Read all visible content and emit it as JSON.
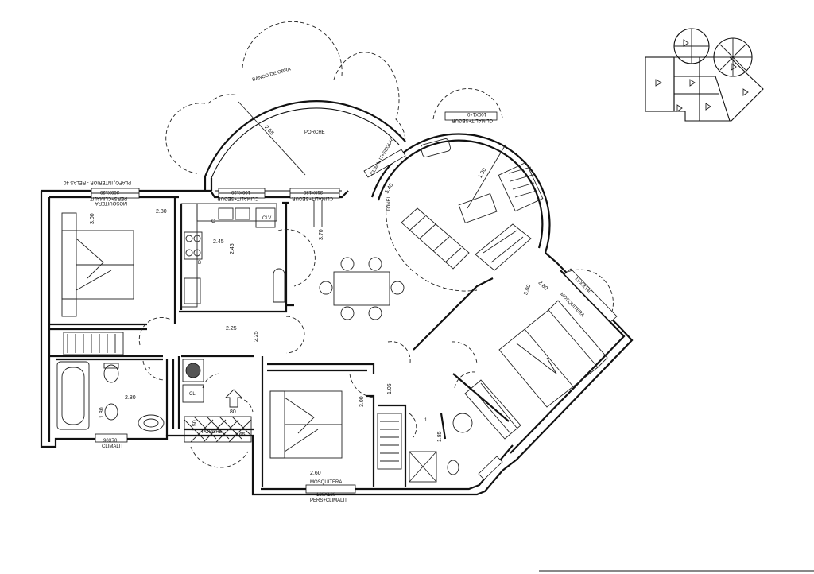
{
  "drawing": {
    "labels": {
      "banco": "BANCO DE OBRA",
      "porche_top": "PORCHE",
      "porche_bottom": "PORCHE",
      "mosquitera_bl": "MOSQUITERA",
      "mosquitera_br": "MOSQUITERA",
      "mosquitera_bot": "MOSQUITERA",
      "win_bl_1": "PLAFO, INTERIOR - RELAS 40",
      "win_bl_2": "200X120",
      "win_bl_3": "PERS+CLIMALIT",
      "win_k_1": "100X120",
      "win_k_2": "CLIMALIT+SEGUR",
      "win_p_1": "210X120",
      "win_p_2": "CLIMALIT+SEGUR",
      "win_bath_1": "90X70",
      "win_bath_2": "CLIMALIT",
      "win_bed2_1": "120X120",
      "win_bed2_2": "PERS+CLIMALIT",
      "win_round_1": "100X140",
      "win_round_2": "CLIMALIT+SEGUR",
      "win_diag_1": "CLIMALIT+SEGUR",
      "win_diag_2": "1100X140",
      "clv": "CLV",
      "c": "C",
      "b": "B",
      "cl": "CL",
      "tonel": "TONEL",
      "n1": "1",
      "n2": "2"
    },
    "dims": {
      "d_255": "2.55",
      "d_190": "1.90",
      "d_280_a": "2.80",
      "d_300_a": "3.00",
      "d_245_a": "2.45",
      "d_245_b": "2.45",
      "d_370": "3.70",
      "d_225_a": "2.25",
      "d_225_b": "2.25",
      "d_280_b": "2.80",
      "d_180": "1.80",
      "d_150": "1.50",
      "d_165": "1.65",
      "d_300_b": "3.00",
      "d_260": "2.60",
      "d_105": "1.05",
      "d_185": "1.85",
      "d_300_c": "3.00",
      "d_280_c": "2.80",
      "d_540": "5.40",
      "d_80": ".80"
    }
  }
}
